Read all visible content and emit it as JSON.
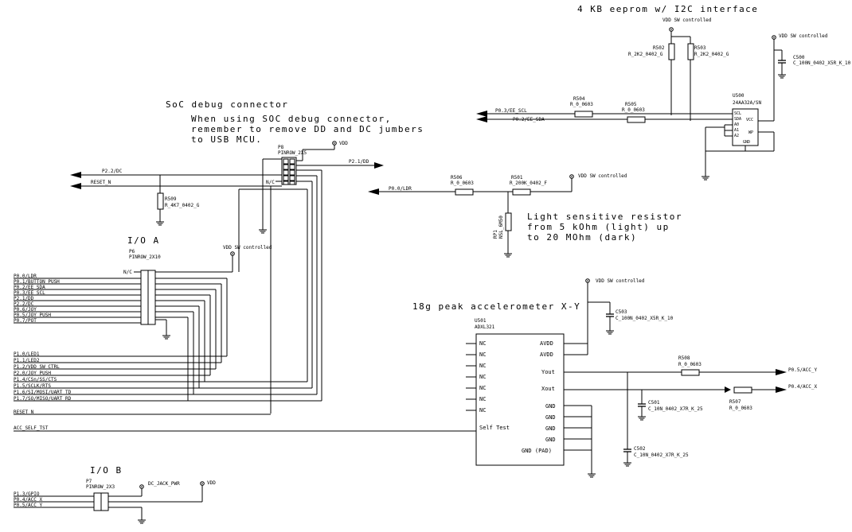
{
  "titles": {
    "eeprom": "4 KB eeprom w/ I2C interface",
    "soc_debug": "SoC debug connector",
    "soc_note_1": "When using SOC debug connector,",
    "soc_note_2": "remember to remove DD and DC jumbers",
    "soc_note_3": "to USB MCU.",
    "ldr_1": "Light sensitive resistor",
    "ldr_2": "from 5 kOhm (light) up",
    "ldr_3": "to 20 MOhm (dark)",
    "accel": "18g peak accelerometer X-Y",
    "io_a": "I/O A",
    "io_b": "I/O B"
  },
  "power": {
    "vdd_sw": "VDD SW controlled",
    "vdd": "VDD"
  },
  "components": {
    "r502": {
      "ref": "R502",
      "val": "R_2K2_0402_G"
    },
    "r503": {
      "ref": "R503",
      "val": "R_2K2_0402_G"
    },
    "c500": {
      "ref": "C500",
      "val": "C_100N_0402_X5R_K_10"
    },
    "u500": {
      "ref": "U500",
      "val": "24AA32A/SN"
    },
    "r504": {
      "ref": "R504",
      "val": "R_0_0603"
    },
    "r505": {
      "ref": "R505",
      "val": "R_0_0603"
    },
    "r506": {
      "ref": "R506",
      "val": "R_0_0603"
    },
    "r501": {
      "ref": "R501",
      "val": "R_200K_0402_F"
    },
    "rp1": {
      "ref": "RP1",
      "val": "NSL_6M50"
    },
    "p8": {
      "ref": "P8",
      "val": "PINROW_2X5"
    },
    "r509": {
      "ref": "R509",
      "val": "R_4K7_0402_G"
    },
    "p6": {
      "ref": "P6",
      "val": "PINROW_2X10"
    },
    "u501": {
      "ref": "U501",
      "val": "ADXL321"
    },
    "c503": {
      "ref": "C503",
      "val": "C_100N_0402_X5R_K_10"
    },
    "r508": {
      "ref": "R508",
      "val": "R_0_0603"
    },
    "r507": {
      "ref": "R507",
      "val": "R_0_0603"
    },
    "c501": {
      "ref": "C501",
      "val": "C_10N_0402_X7R_K_25"
    },
    "c502": {
      "ref": "C502",
      "val": "C_10N_0402_X7R_K_25"
    },
    "p7": {
      "ref": "P7",
      "val": "PINROW_2X3"
    }
  },
  "u500_pins": {
    "scl": "SCL",
    "sda": "SDA",
    "a0": "A0",
    "a1": "A1",
    "a2": "A2",
    "vcc": "VCC",
    "wp": "WP",
    "gnd": "GND"
  },
  "u501_pins": {
    "nc": "NC",
    "avdd": "AVDD",
    "yout": "Yout",
    "xout": "Xout",
    "gnd": "GND",
    "gnd_pad": "GND (PAD)",
    "self_test": "Self Test"
  },
  "nets": {
    "p03": "P0.3/EE_SCL",
    "p02": "P0.2/EE_SDA",
    "p00": "P0.0/LDR",
    "p22": "P2.2/DC",
    "reset": "RESET_N",
    "p21": "P2.1/DD",
    "nc": "N/C",
    "p05": "P0.5/ACC_Y",
    "p04": "P0.4/ACC_X",
    "acc_self": "ACC_SELF_TST",
    "dc_jack": "DC_JACK_PWR"
  },
  "io_a_left": [
    "P0.0/LDR",
    "P0.1/BUTTON_PUSH",
    "P0.2/EE_SDA",
    "P0.3/EE_SCL",
    "P2.1/DD",
    "P2.2/DC",
    "P0.6/JOY",
    "P0.5/JOY_PUSH",
    "P0.7/POT"
  ],
  "io_a_bottom": [
    "P1.0/LED1",
    "P1.1/LED2",
    "P1.2/VDD_SW_CTRL",
    "P2.0/JOY_PUSH",
    "P1.4/CSn/SS/CTS",
    "P1.5/SCLK/RTS",
    "P1.6/SI/MOSI/UART_TD",
    "P1.7/SO/MISO/UART_RD"
  ],
  "io_b": [
    "P1.3/GPIO",
    "P0.4/ACC_X",
    "P0.5/ACC_Y"
  ]
}
